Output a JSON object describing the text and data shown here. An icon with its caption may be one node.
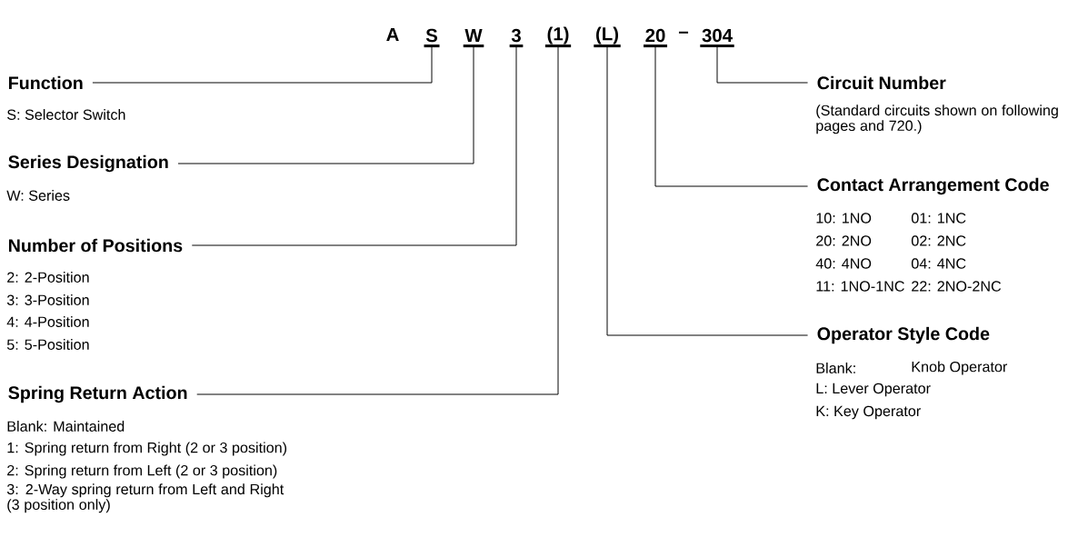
{
  "diagram": {
    "nodes": [
      {
        "text": [
          "S"
        ]
      },
      {
        "text": [
          "W"
        ]
      },
      {
        "text": [
          "3"
        ]
      },
      {
        "text": [
          "(1)"
        ]
      },
      {
        "text": [
          "(L)"
        ]
      },
      {
        "text": [
          "20"
        ]
      },
      {
        "text": [
          "304"
        ]
      },
      {
        "text": [
          "Function"
        ],
        "beside": [
          "S:  Selector Switch"
        ]
      },
      {
        "text": [
          "Circuit Number"
        ],
        "beside": [
          "(Standard circuits shown on following pages and 720.)"
        ]
      },
      {
        "text": [
          "Series Designation"
        ],
        "beside": [
          "W: Series"
        ]
      },
      {
        "text": [
          "Contact Arrangement Code"
        ],
        "beside": [
          "10: 1NO",
          "01: 1NC",
          "20: 2NO",
          "02: 2NC",
          "40: 4NO",
          "04: 4NC",
          "11: 1NO-1NC",
          "22: 2NO-2NC"
        ]
      },
      {
        "text": [
          "Number of Positions"
        ],
        "beside": [
          "2:  2-Position",
          "3:  3-Position",
          "4:  4-Position",
          "5:  5-Position"
        ]
      },
      {
        "text": [
          "Operator Style Code"
        ],
        "beside": [
          "Blank:",
          "Knob Operator",
          "L:  Lever Operator",
          "K:  Key Operator"
        ]
      },
      {
        "text": [
          "Spring Return Action"
        ],
        "beside": [
          "Blank:  Maintained",
          "1:  Spring return from Right (2 or 3 position)",
          "2:  Spring return from Left (2 or 3 position)",
          "3:  2-Way spring return from Left and Right (3 position only)"
        ]
      }
    ],
    "edges": [
      {
        "from": 0,
        "to": 7,
        "arrow": "none"
      },
      {
        "from": 1,
        "to": 9,
        "arrow": "none"
      },
      {
        "from": 2,
        "to": 11,
        "arrow": "none"
      },
      {
        "from": 3,
        "to": 13,
        "arrow": "none"
      },
      {
        "from": 4,
        "to": 12,
        "arrow": "none"
      },
      {
        "from": 5,
        "to": 10,
        "arrow": "none"
      },
      {
        "from": 6,
        "to": 8,
        "arrow": "none"
      }
    ],
    "labels": [
      "A",
      "–"
    ]
  }
}
